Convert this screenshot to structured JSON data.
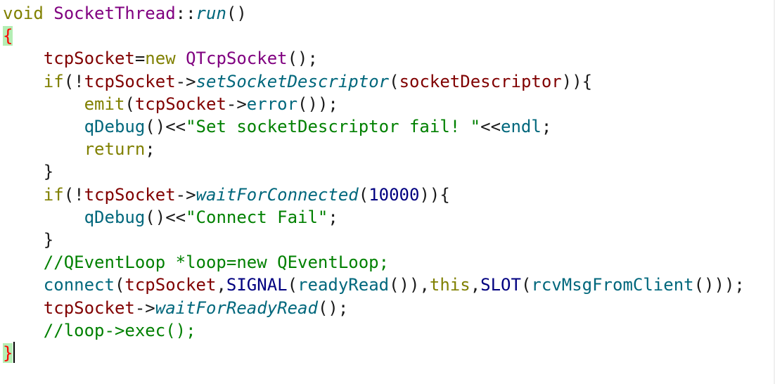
{
  "colors": {
    "keyword": "#808000",
    "text": "#1a1a1a",
    "type": "#800080",
    "func_italic": "#00677c",
    "call": "#00677c",
    "string": "#008000",
    "number": "#000080",
    "comment": "#008000",
    "macro": "#000080",
    "member": "#800000",
    "brace_bg": "#b4eeb4",
    "brace_fg": "#ff0000"
  },
  "editor": {
    "lines": [
      [
        {
          "t": "void",
          "c": "keyword"
        },
        {
          "t": " ",
          "c": "text"
        },
        {
          "t": "SocketThread",
          "c": "type"
        },
        {
          "t": "::",
          "c": "text"
        },
        {
          "t": "run",
          "c": "func_italic",
          "i": true
        },
        {
          "t": "()",
          "c": "text"
        }
      ],
      [
        {
          "t": "{",
          "c": "brace",
          "hl": true
        }
      ],
      [
        {
          "t": "    ",
          "c": "text"
        },
        {
          "t": "tcpSocket",
          "c": "member"
        },
        {
          "t": "=",
          "c": "text"
        },
        {
          "t": "new",
          "c": "keyword"
        },
        {
          "t": " ",
          "c": "text"
        },
        {
          "t": "QTcpSocket",
          "c": "type"
        },
        {
          "t": "();",
          "c": "text"
        }
      ],
      [
        {
          "t": "    ",
          "c": "text"
        },
        {
          "t": "if",
          "c": "keyword"
        },
        {
          "t": "(!",
          "c": "text"
        },
        {
          "t": "tcpSocket",
          "c": "member"
        },
        {
          "t": "->",
          "c": "text"
        },
        {
          "t": "setSocketDescriptor",
          "c": "func_italic",
          "i": true
        },
        {
          "t": "(",
          "c": "text"
        },
        {
          "t": "socketDescriptor",
          "c": "member"
        },
        {
          "t": ")){",
          "c": "text"
        }
      ],
      [
        {
          "t": "        ",
          "c": "text"
        },
        {
          "t": "emit",
          "c": "keyword"
        },
        {
          "t": "(",
          "c": "text"
        },
        {
          "t": "tcpSocket",
          "c": "member"
        },
        {
          "t": "->",
          "c": "text"
        },
        {
          "t": "error",
          "c": "call"
        },
        {
          "t": "());",
          "c": "text"
        }
      ],
      [
        {
          "t": "        ",
          "c": "text"
        },
        {
          "t": "qDebug",
          "c": "call"
        },
        {
          "t": "()<<",
          "c": "text"
        },
        {
          "t": "\"Set socketDescriptor fail! \"",
          "c": "string"
        },
        {
          "t": "<<",
          "c": "text"
        },
        {
          "t": "endl",
          "c": "call"
        },
        {
          "t": ";",
          "c": "text"
        }
      ],
      [
        {
          "t": "        ",
          "c": "text"
        },
        {
          "t": "return",
          "c": "keyword"
        },
        {
          "t": ";",
          "c": "text"
        }
      ],
      [
        {
          "t": "    }",
          "c": "text"
        }
      ],
      [
        {
          "t": "    ",
          "c": "text"
        },
        {
          "t": "if",
          "c": "keyword"
        },
        {
          "t": "(!",
          "c": "text"
        },
        {
          "t": "tcpSocket",
          "c": "member"
        },
        {
          "t": "->",
          "c": "text"
        },
        {
          "t": "waitForConnected",
          "c": "func_italic",
          "i": true
        },
        {
          "t": "(",
          "c": "text"
        },
        {
          "t": "10000",
          "c": "number"
        },
        {
          "t": ")){",
          "c": "text"
        }
      ],
      [
        {
          "t": "        ",
          "c": "text"
        },
        {
          "t": "qDebug",
          "c": "call"
        },
        {
          "t": "()<<",
          "c": "text"
        },
        {
          "t": "\"Connect Fail\"",
          "c": "string"
        },
        {
          "t": ";",
          "c": "text"
        }
      ],
      [
        {
          "t": "    }",
          "c": "text"
        }
      ],
      [
        {
          "t": "    ",
          "c": "text"
        },
        {
          "t": "//QEventLoop *loop=new QEventLoop;",
          "c": "comment"
        }
      ],
      [
        {
          "t": "    ",
          "c": "text"
        },
        {
          "t": "connect",
          "c": "call"
        },
        {
          "t": "(",
          "c": "text"
        },
        {
          "t": "tcpSocket",
          "c": "member"
        },
        {
          "t": ",",
          "c": "text"
        },
        {
          "t": "SIGNAL",
          "c": "macro"
        },
        {
          "t": "(",
          "c": "text"
        },
        {
          "t": "readyRead",
          "c": "call"
        },
        {
          "t": "()),",
          "c": "text"
        },
        {
          "t": "this",
          "c": "keyword"
        },
        {
          "t": ",",
          "c": "text"
        },
        {
          "t": "SLOT",
          "c": "macro"
        },
        {
          "t": "(",
          "c": "text"
        },
        {
          "t": "rcvMsgFromClient",
          "c": "call"
        },
        {
          "t": "()));",
          "c": "text"
        }
      ],
      [
        {
          "t": "    ",
          "c": "text"
        },
        {
          "t": "tcpSocket",
          "c": "member"
        },
        {
          "t": "->",
          "c": "text"
        },
        {
          "t": "waitForReadyRead",
          "c": "func_italic",
          "i": true
        },
        {
          "t": "();",
          "c": "text"
        }
      ],
      [
        {
          "t": "    ",
          "c": "text"
        },
        {
          "t": "//loop->exec();",
          "c": "comment"
        }
      ],
      [
        {
          "t": "}",
          "c": "brace",
          "hl": true,
          "cursor": true
        }
      ]
    ]
  }
}
